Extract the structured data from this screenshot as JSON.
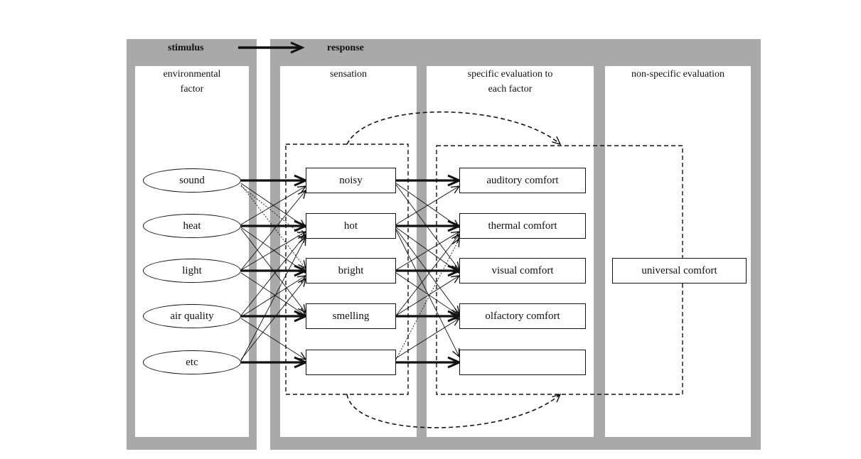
{
  "header": {
    "stimulus": "stimulus",
    "response": "response"
  },
  "columns": {
    "environmental_factor": [
      "environmental",
      "factor"
    ],
    "sensation": [
      "sensation"
    ],
    "specific_evaluation": [
      "specific evaluation to",
      "each factor"
    ],
    "non_specific_evaluation": [
      "non-specific evaluation"
    ]
  },
  "environmental_factors": [
    "sound",
    "heat",
    "light",
    "air quality",
    "etc"
  ],
  "sensations": [
    "noisy",
    "hot",
    "bright",
    "smelling",
    ""
  ],
  "comforts": [
    "auditory comfort",
    "thermal comfort",
    "visual comfort",
    "olfactory comfort",
    ""
  ],
  "universal": "universal comfort"
}
